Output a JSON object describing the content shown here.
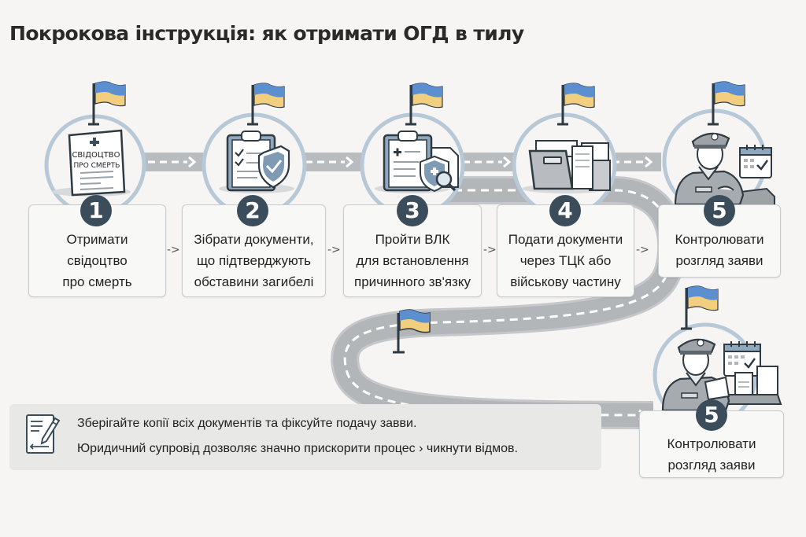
{
  "title": "Покрокова інструкція: як отримати ОГД в тилу",
  "colors": {
    "badge": "#3b4d5a",
    "circle_ring": "#b7c8d6",
    "road": "#b9bcbf",
    "flag_blue": "#5b8fd0",
    "flag_yellow": "#f2cf7e",
    "card_border": "#c9cbce",
    "note_bg": "#e8e8e7"
  },
  "connector_label": "->",
  "steps": [
    {
      "number": "1",
      "icon": "death-certificate-icon",
      "icon_text": [
        "СВІДОЦТВО",
        "ПРО СМЕРТЬ"
      ],
      "lines": [
        "Отримати",
        "свідоцтво",
        "про смерть"
      ]
    },
    {
      "number": "2",
      "icon": "clipboard-shield-icon",
      "lines": [
        "Зібрати документи,",
        "що підтверджують",
        "обставини загибелі"
      ]
    },
    {
      "number": "3",
      "icon": "medical-clipboard-search-icon",
      "lines": [
        "Пройти ВЛК",
        "для встановлення",
        "причинного зв'язку"
      ]
    },
    {
      "number": "4",
      "icon": "folder-documents-icon",
      "lines": [
        "Подати документи",
        "через ТЦК або",
        "військову частину"
      ]
    },
    {
      "number": "5",
      "icon": "officer-calendar-icon",
      "lines": [
        "Контролювати",
        "розгляд заяви"
      ]
    },
    {
      "number": "5",
      "icon": "officer-documents-icon",
      "lines": [
        "Контролювати",
        "розгляд заяви"
      ]
    }
  ],
  "note": {
    "icon": "edit-document-icon",
    "lines": [
      "Зберігайте копії всіх документів та фіксуйте подачу завви.",
      "Юридичний супровід дозволяє значно прискорити процес › чикнути  відмов."
    ]
  }
}
